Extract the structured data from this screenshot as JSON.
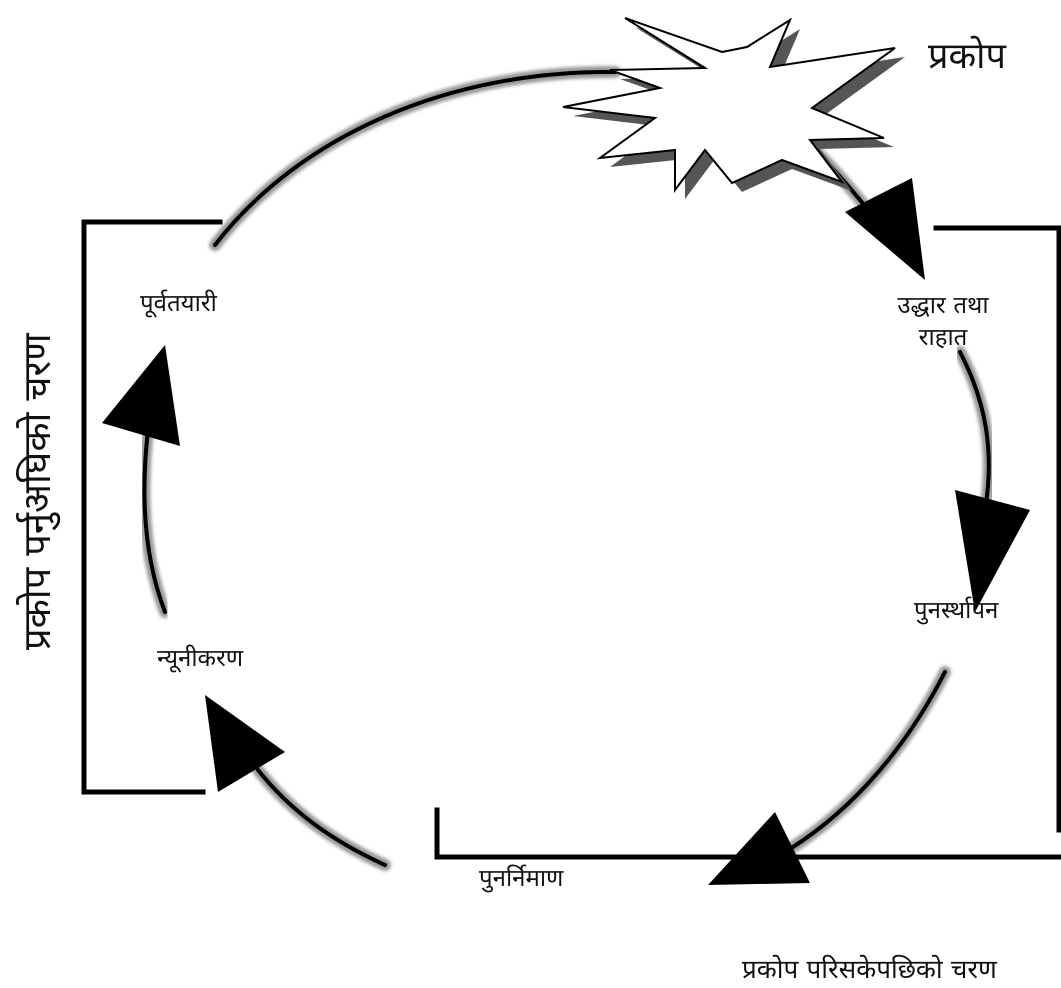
{
  "disaster_label": "प्रकोप",
  "stages": {
    "preparedness": "पूर्वतयारी",
    "rescue_line1": "उद्धार तथा",
    "rescue_line2": "राहात",
    "rehabilitation": "पुनर्स्थापन",
    "reconstruction": "पुनर्निमाण",
    "mitigation": "न्यूनीकरण"
  },
  "phases": {
    "pre_disaster": "प्रकोप पर्नुअघिको चरण",
    "post_disaster": "प्रकोप परिसकेपछिको चरण"
  }
}
